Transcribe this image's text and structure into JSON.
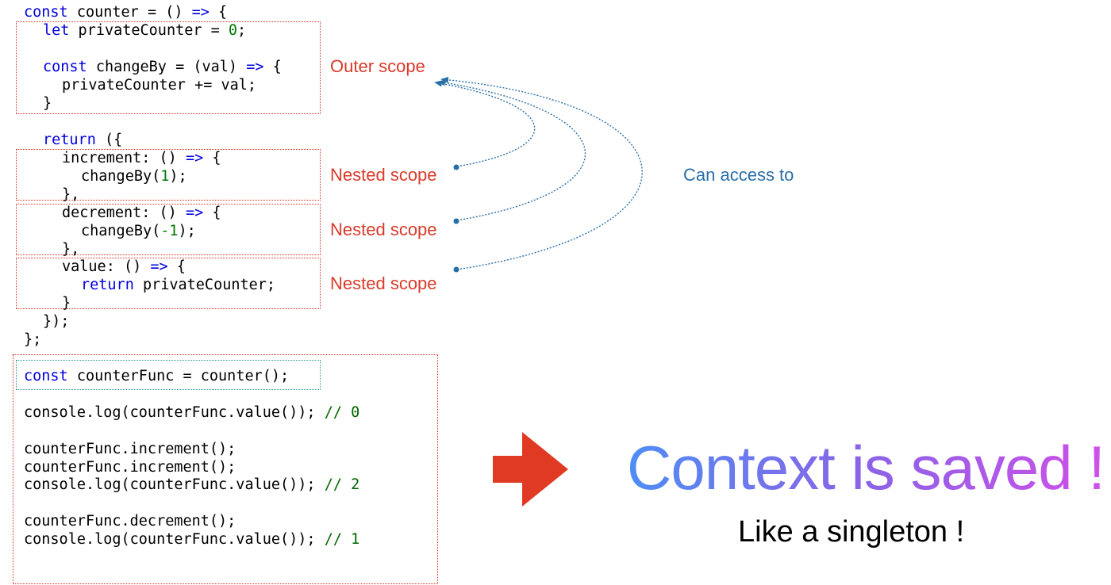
{
  "code": {
    "l1": {
      "kw1": "const",
      "rest": " counter = () ",
      "kw2": "=>",
      "tail": " {"
    },
    "l2": {
      "kw": "let",
      "mid": " privateCounter = ",
      "num": "0",
      "tail": ";"
    },
    "l3": {
      "kw1": "const",
      "mid": " changeBy = (val) ",
      "kw2": "=>",
      "tail": " {"
    },
    "l4": {
      "text": "privateCounter += val;"
    },
    "l5": {
      "text": "}"
    },
    "l6": {
      "kw": "return",
      "tail": " ({"
    },
    "l7": {
      "head": "increment: () ",
      "kw": "=>",
      "tail": " {"
    },
    "l8": {
      "head": "changeBy(",
      "num": "1",
      "tail": ");"
    },
    "l9": {
      "text": "},"
    },
    "l10": {
      "head": "decrement: () ",
      "kw": "=>",
      "tail": " {"
    },
    "l11": {
      "head": "changeBy(",
      "num": "-1",
      "tail": ");"
    },
    "l12": {
      "text": "},"
    },
    "l13": {
      "head": "value: () ",
      "kw": "=>",
      "tail": " {"
    },
    "l14": {
      "kw": "return",
      "tail": " privateCounter;"
    },
    "l15": {
      "text": "}"
    },
    "l16": {
      "text": "});"
    },
    "l17": {
      "text": "};"
    },
    "l18": {
      "kw": "const",
      "tail": " counterFunc = counter();"
    },
    "l19": {
      "head": "console.log(counterFunc.value()); ",
      "cmt": "// 0"
    },
    "l20": {
      "text": "counterFunc.increment();"
    },
    "l21": {
      "text": "counterFunc.increment();"
    },
    "l22": {
      "head": "console.log(counterFunc.value()); ",
      "cmt": "// 2"
    },
    "l23": {
      "text": "counterFunc.decrement();"
    },
    "l24": {
      "head": "console.log(counterFunc.value()); ",
      "cmt": "// 1"
    }
  },
  "labels": {
    "outer_scope": "Outer scope",
    "nested_1": "Nested scope",
    "nested_2": "Nested scope",
    "nested_3": "Nested scope",
    "can_access": "Can access to"
  },
  "headline": "Context is saved !",
  "subline": "Like a singleton !",
  "colors": {
    "scope_box": "#d93025",
    "call_box": "#2a9d8f",
    "arrow_lines": "#2a6fa8",
    "big_arrow": "#e03a24",
    "gradient_start": "#4f8df5",
    "gradient_end": "#d04fe9"
  },
  "icons": {
    "big_arrow": "right-arrow-icon"
  }
}
